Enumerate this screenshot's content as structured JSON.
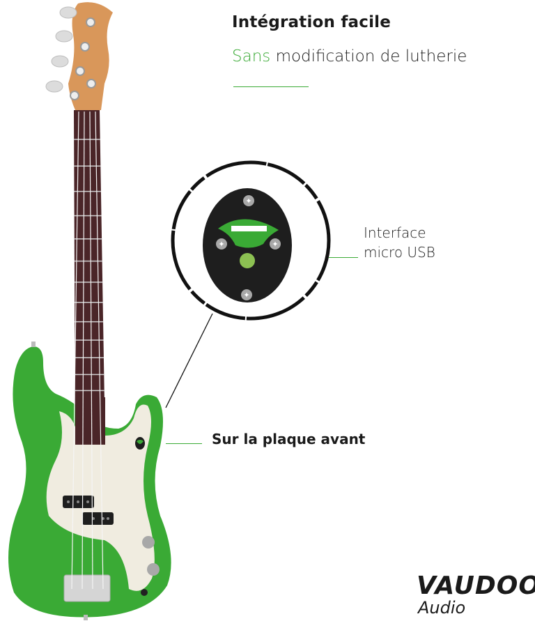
{
  "heading": {
    "title": "Intégration facile",
    "subtitle_accent": "Sans",
    "subtitle_rest": " modification de lutherie"
  },
  "callouts": {
    "usb_line1": "Interface",
    "usb_line2": "micro USB",
    "plate": "Sur la plaque avant"
  },
  "logo": {
    "brand": "VAUDOO",
    "sub": "Audio"
  },
  "colors": {
    "accent": "#3aaa35",
    "body": "#3aaa35",
    "pickguard": "#f0ece0",
    "headstock": "#d9975a",
    "fretboard": "#4a2528",
    "module": "#1e1e1e",
    "led": "#8cc152"
  }
}
